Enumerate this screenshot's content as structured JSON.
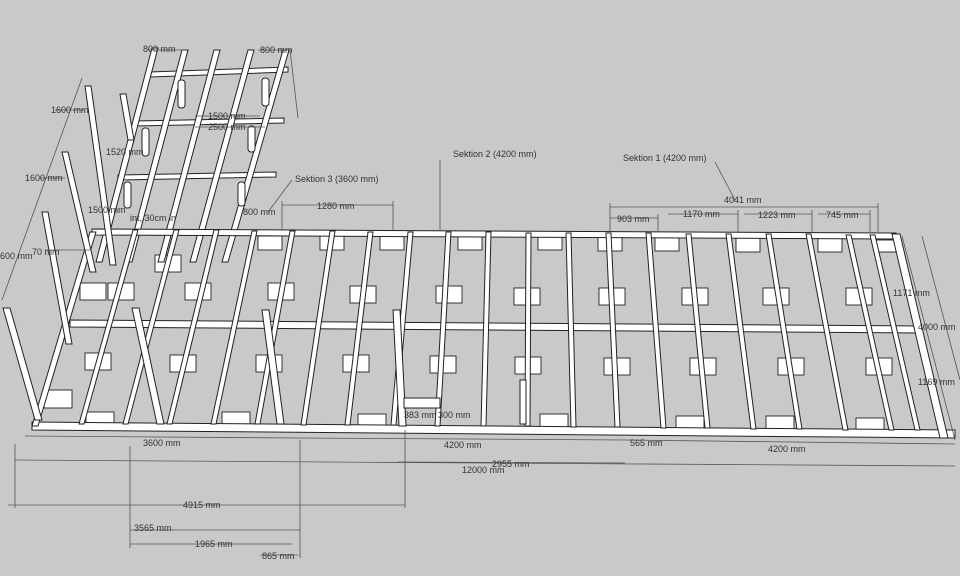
{
  "sections": [
    {
      "label": "Sektion 1 (4200 mm)"
    },
    {
      "label": "Sektion 2 (4200 mm)"
    },
    {
      "label": "Sektion 3 (3600 mm)"
    }
  ],
  "dimensions": {
    "top_4041": "4041 mm",
    "top_903": "903 mm",
    "top_1170": "1170 mm",
    "top_1223": "1223 mm",
    "top_745": "745 mm",
    "top_1280": "1280 mm",
    "right_1171": "1171 mm",
    "right_4000": "4000 mm",
    "right_1169": "1169 mm",
    "bottom_3600": "3600 mm",
    "bottom_4200_mid": "4200 mm",
    "bottom_4200_right": "4200 mm",
    "bottom_2955": "2955 mm",
    "bottom_12000": "12000 mm",
    "bottom_4915": "4915 mm",
    "bottom_3565": "3565 mm",
    "bottom_1965": "1965 mm",
    "bottom_865": "865 mm",
    "left_1600_a": "1600 mm",
    "left_1600_b": "1600 mm",
    "left_600": "600 mm",
    "left_70": "70 mm",
    "annex_800_a": "800 mm",
    "annex_800_b": "800 mm",
    "annex_1500": "1500 mm",
    "annex_2500": "2500 mm",
    "annex_1520": "1520 mm",
    "annex_1500b": "1500 mm",
    "small_800": "800 mm",
    "small_383": "383 mm",
    "small_300": "300 mm",
    "mid_565": "565 mm",
    "annex_note": "int, 30cm in"
  }
}
